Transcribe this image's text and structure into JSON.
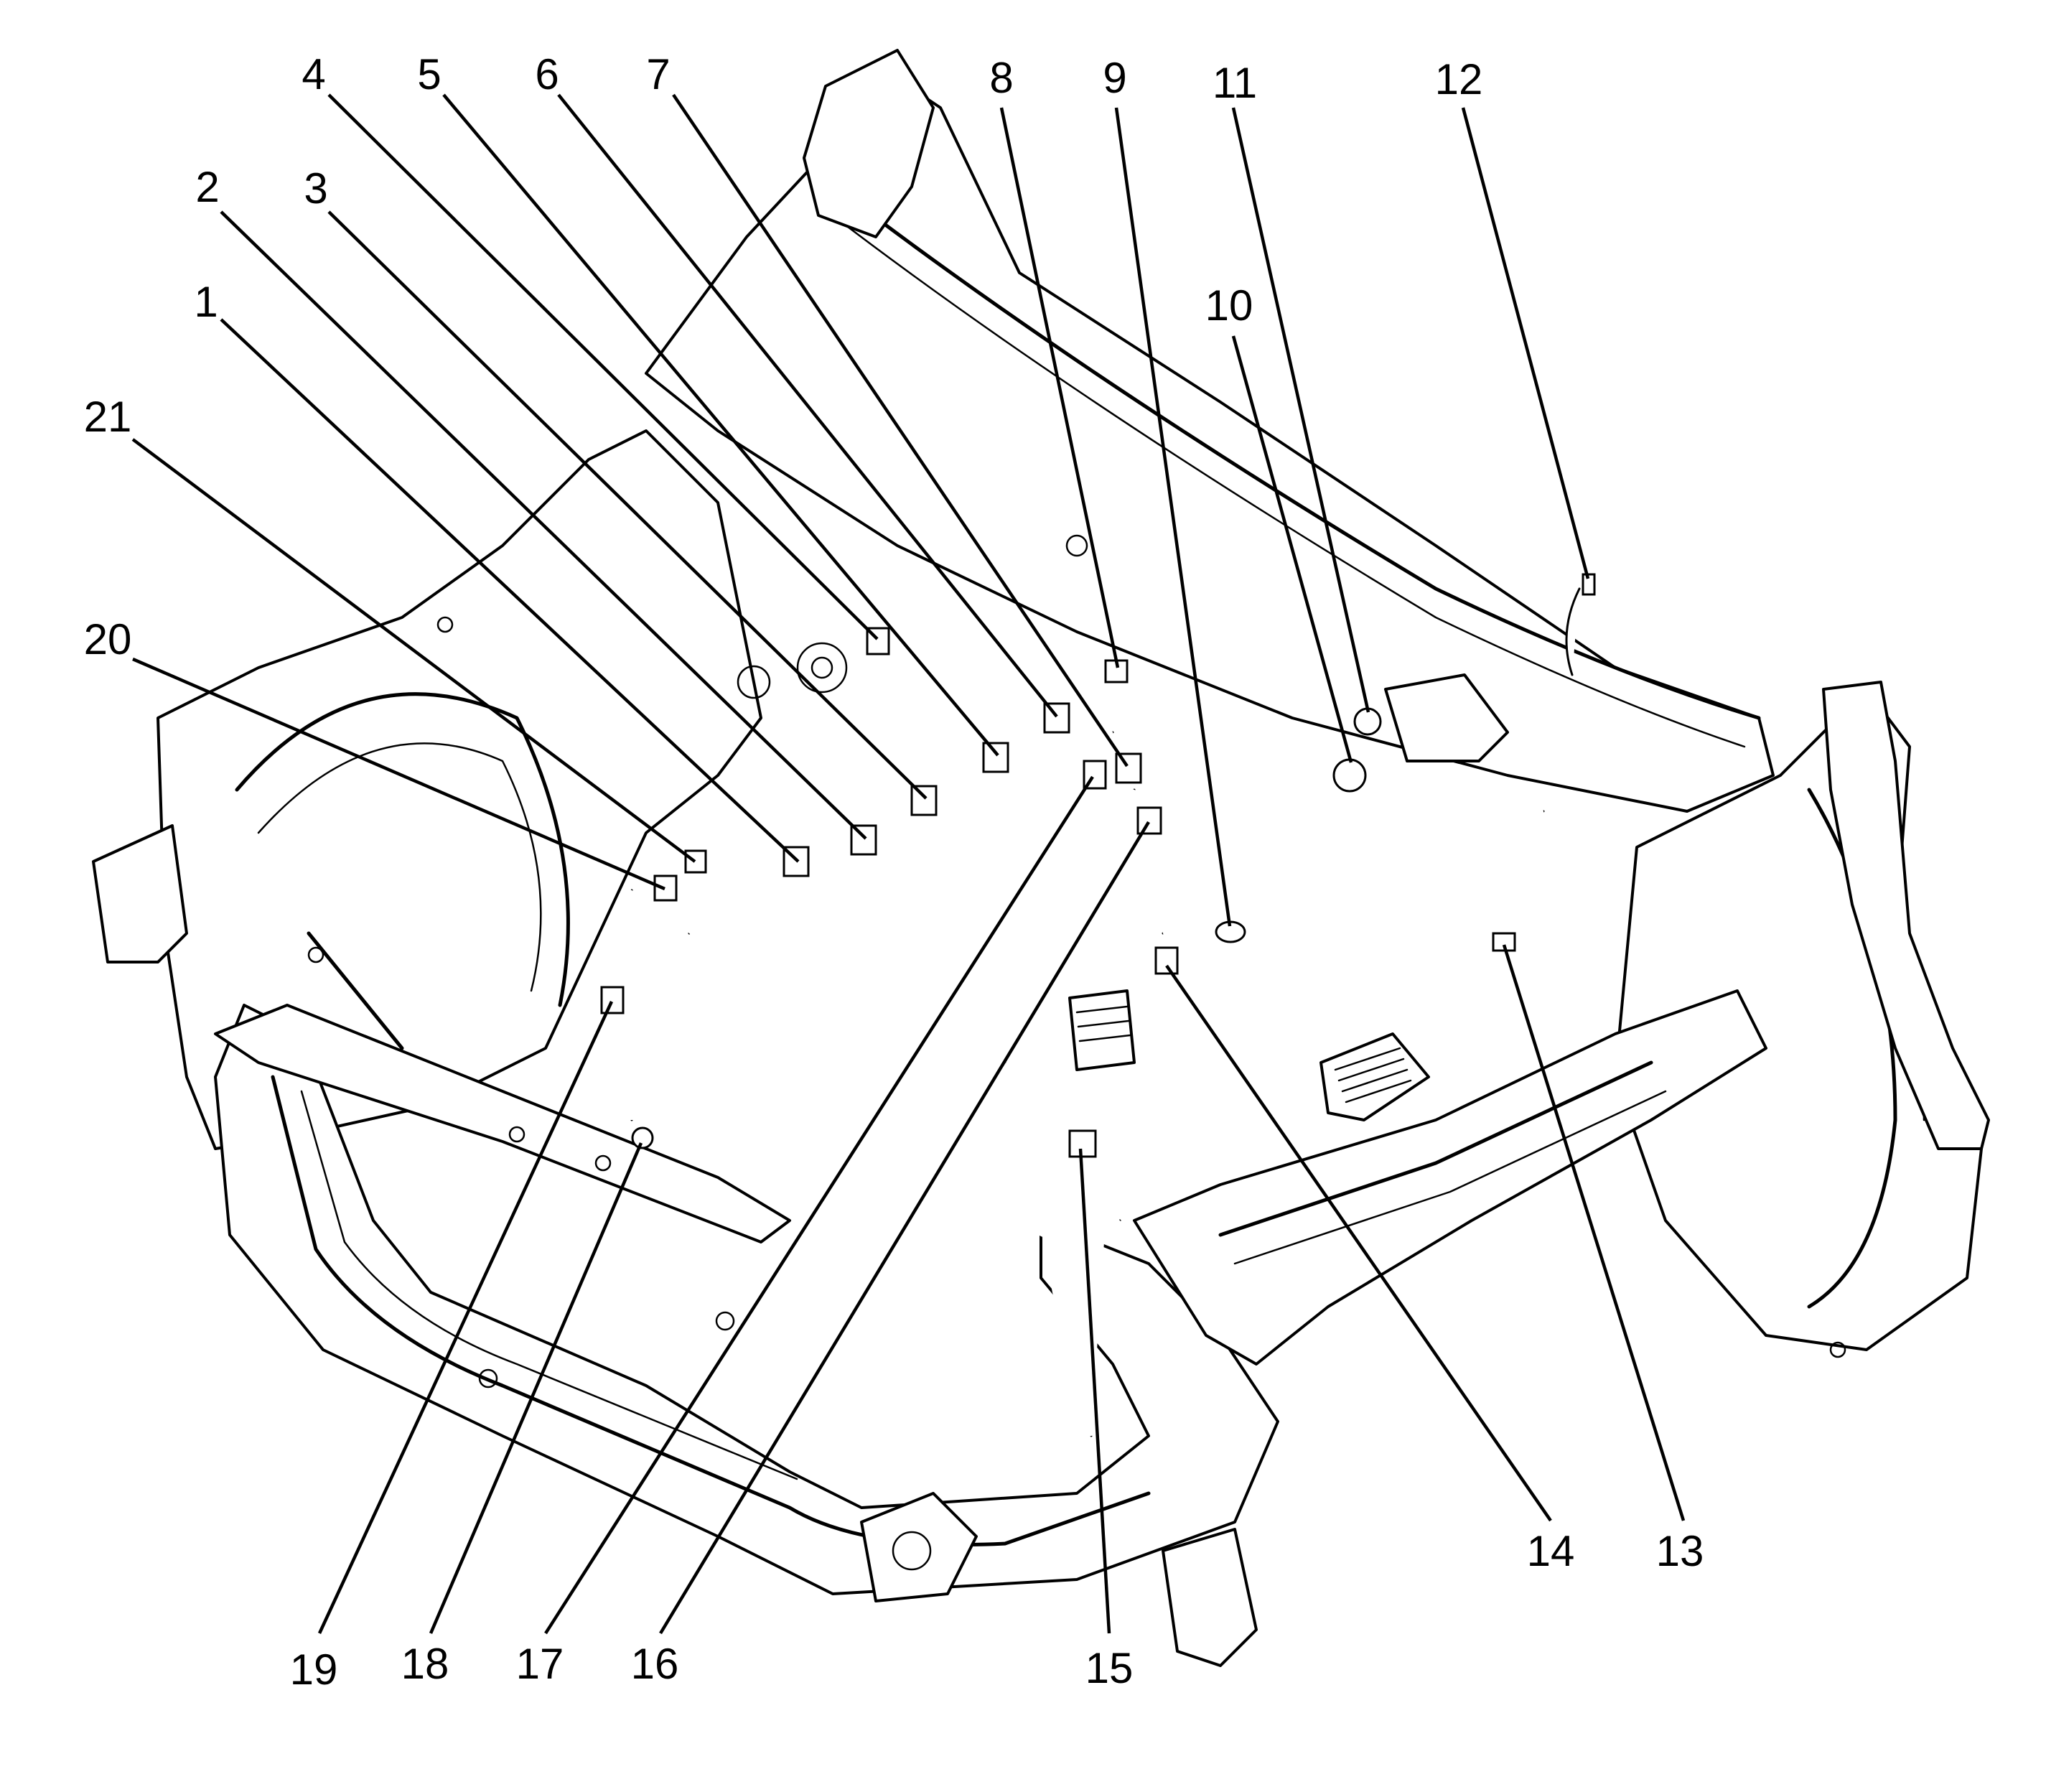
{
  "callouts": [
    {
      "label": "1"
    },
    {
      "label": "2"
    },
    {
      "label": "3"
    },
    {
      "label": "4"
    },
    {
      "label": "5"
    },
    {
      "label": "6"
    },
    {
      "label": "7"
    },
    {
      "label": "8"
    },
    {
      "label": "9"
    },
    {
      "label": "10"
    },
    {
      "label": "11"
    },
    {
      "label": "12"
    },
    {
      "label": "13"
    },
    {
      "label": "14"
    },
    {
      "label": "15"
    },
    {
      "label": "16"
    },
    {
      "label": "17"
    },
    {
      "label": "18"
    },
    {
      "label": "19"
    },
    {
      "label": "20"
    },
    {
      "label": "21"
    }
  ]
}
